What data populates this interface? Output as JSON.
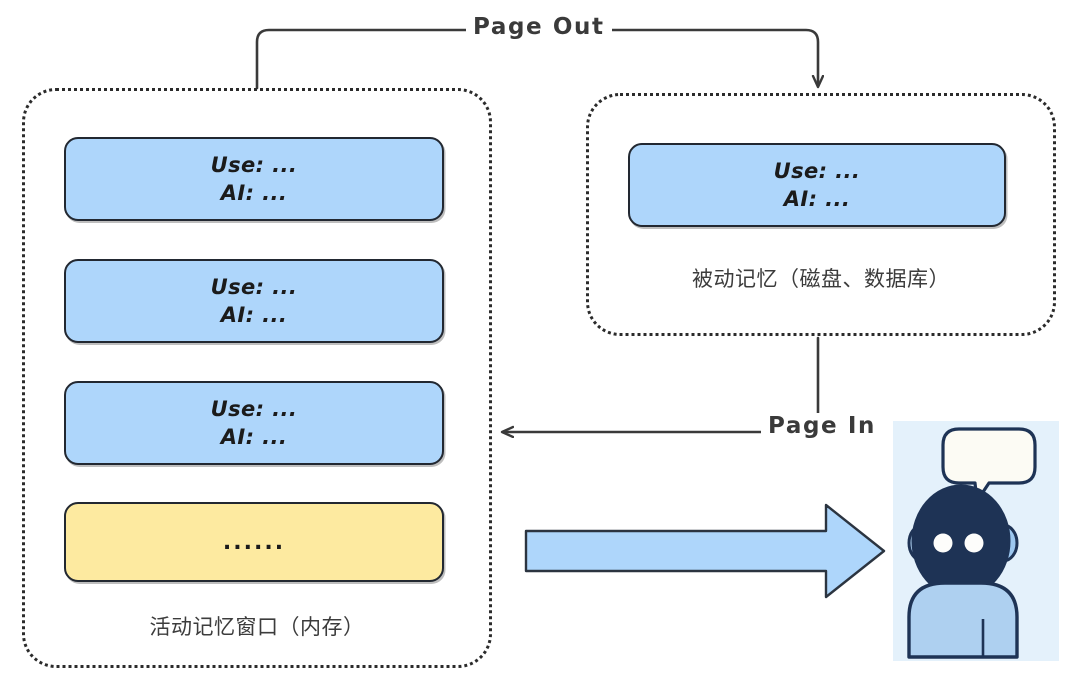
{
  "diagram": {
    "title": "Agent memory paging diagram",
    "colors": {
      "card_blue": "#aed6fb",
      "card_yellow": "#fdeaa0",
      "stroke": "#222831",
      "dashed_border": "#2b2b2b",
      "avatar_background": "#e4f1fb",
      "avatar_head": "#1e3355",
      "avatar_body": "#aed0f0",
      "arrow_fill": "#aed6fb"
    }
  },
  "active_memory": {
    "caption": "活动记忆窗口（内存）",
    "cards": [
      {
        "user_line": "Use: ...",
        "ai_line": "AI: ...",
        "kind": "blue"
      },
      {
        "user_line": "Use: ...",
        "ai_line": "AI: ...",
        "kind": "blue"
      },
      {
        "user_line": "Use: ...",
        "ai_line": "AI: ...",
        "kind": "blue"
      },
      {
        "dots": "......",
        "kind": "yellow"
      }
    ]
  },
  "passive_memory": {
    "caption": "被动记忆（磁盘、数据库）",
    "cards": [
      {
        "user_line": "Use: ...",
        "ai_line": "AI: ...",
        "kind": "blue"
      }
    ]
  },
  "edges": {
    "page_out": "Page Out",
    "page_in": "Page In"
  },
  "icons": {
    "robot": "robot-avatar-icon",
    "speech_bubble": "speech-bubble-icon",
    "block_arrow": "block-arrow-right-icon"
  }
}
